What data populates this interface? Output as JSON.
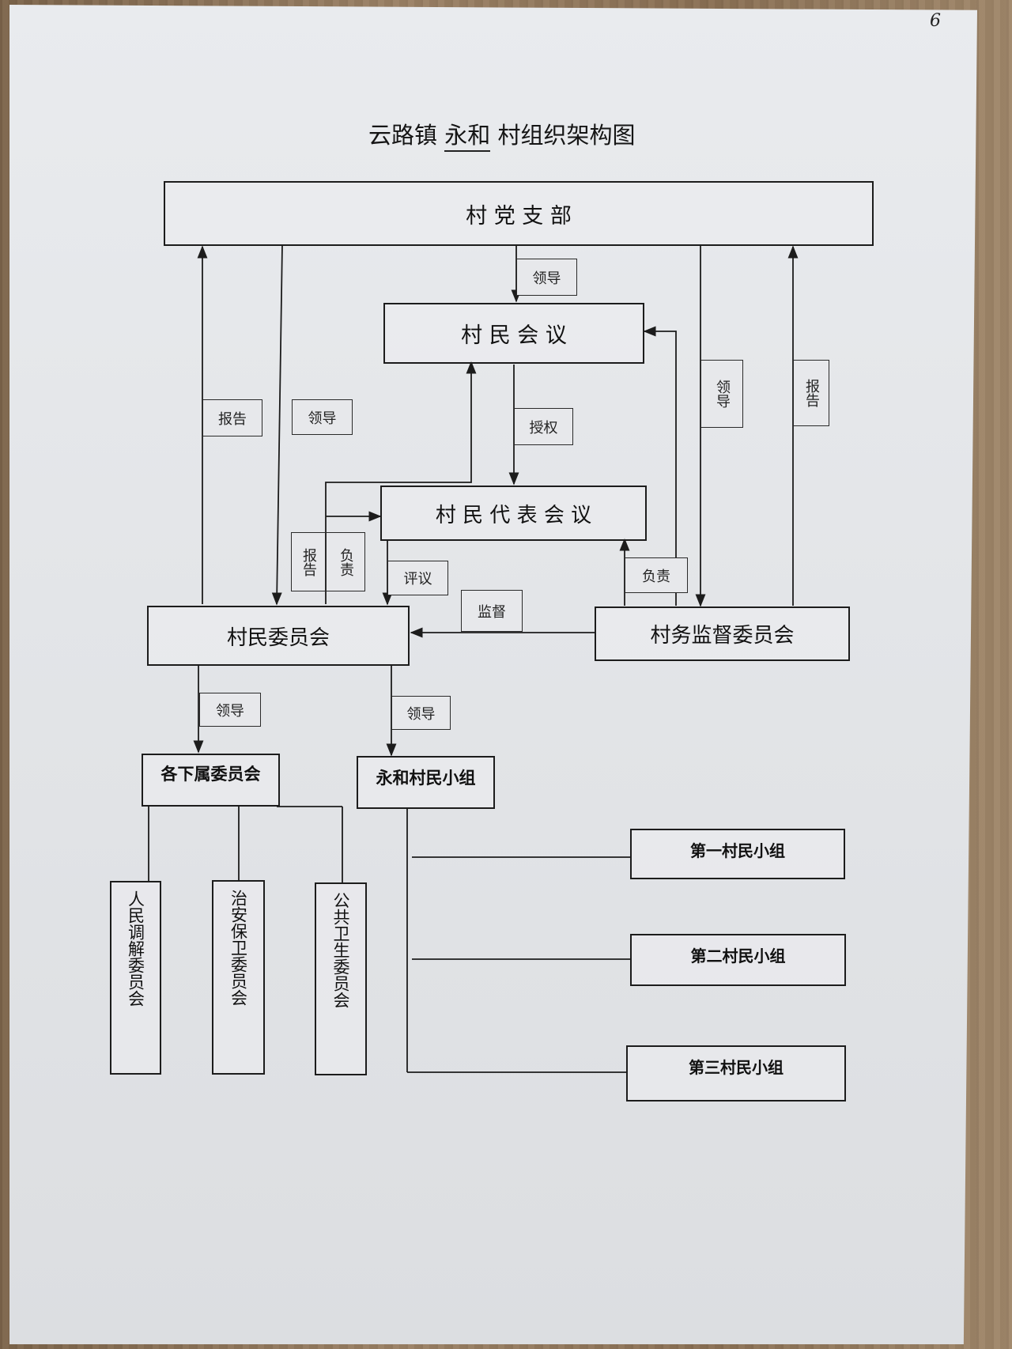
{
  "page_number": "6",
  "title": {
    "town": "云路镇",
    "village": "永和",
    "suffix": "村组织架构图"
  },
  "nodes": {
    "party_branch": "村 党 支 部",
    "villagers_meeting": "村 民 会 议",
    "rep_meeting": "村 民 代 表 会 议",
    "village_committee": "村民委员会",
    "supervision_committee": "村务监督委员会",
    "sub_committees": "各下属委员会",
    "villager_groups": "永和村民小组",
    "mediation_committee": "人民调解委员会",
    "security_committee": "治安保卫委员会",
    "health_committee": "公共卫生委员会",
    "group_1": "第一村民小组",
    "group_2": "第二村民小组",
    "group_3": "第三村民小组"
  },
  "edge_labels": {
    "lead_party_to_meeting": "领导",
    "report_committee_to_party": "报告",
    "lead_party_to_committee": "领导",
    "lead_party_to_supervision": "领导",
    "report_supervision_to_party": "报告",
    "authorize": "授权",
    "report_committee_to_rep": "报告",
    "responsible_committee_to_rep": "负责",
    "review": "评议",
    "supervise": "监督",
    "responsible_supervision": "负责",
    "lead_to_subcommittees": "领导",
    "lead_to_groups": "领导"
  }
}
